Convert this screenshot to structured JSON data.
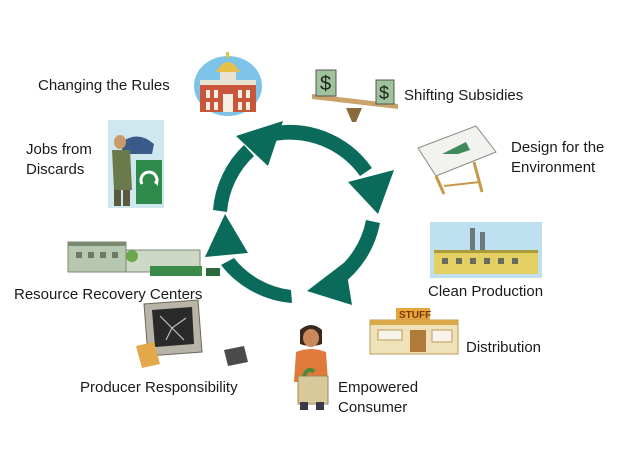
{
  "cycle": {
    "arrow_color": "#0b6b5a",
    "stages": [
      {
        "key": "rules",
        "line1": "Changing the Rules",
        "line2": ""
      },
      {
        "key": "subsidies",
        "line1": "Shifting Subsidies",
        "line2": ""
      },
      {
        "key": "design",
        "line1": "Design for the",
        "line2": "Environment"
      },
      {
        "key": "production",
        "line1": "Clean Production",
        "line2": ""
      },
      {
        "key": "distribution",
        "line1": "Distribution",
        "line2": ""
      },
      {
        "key": "consumer",
        "line1": "Empowered",
        "line2": "Consumer"
      },
      {
        "key": "producer",
        "line1": "Producer Responsibility",
        "line2": ""
      },
      {
        "key": "recovery",
        "line1": "Resource Recovery Centers",
        "line2": ""
      },
      {
        "key": "jobs",
        "line1": "Jobs from",
        "line2": "Discards"
      }
    ],
    "icons": {
      "rules": "capitol-building-icon",
      "subsidies": "dollar-balance-scale-icon",
      "design": "drafting-table-icon",
      "production": "factory-icon",
      "distribution": "store-icon",
      "consumer": "shopper-icon",
      "producer": "broken-monitor-icon",
      "recovery": "recycling-center-icon",
      "jobs": "recycling-worker-icon"
    }
  }
}
